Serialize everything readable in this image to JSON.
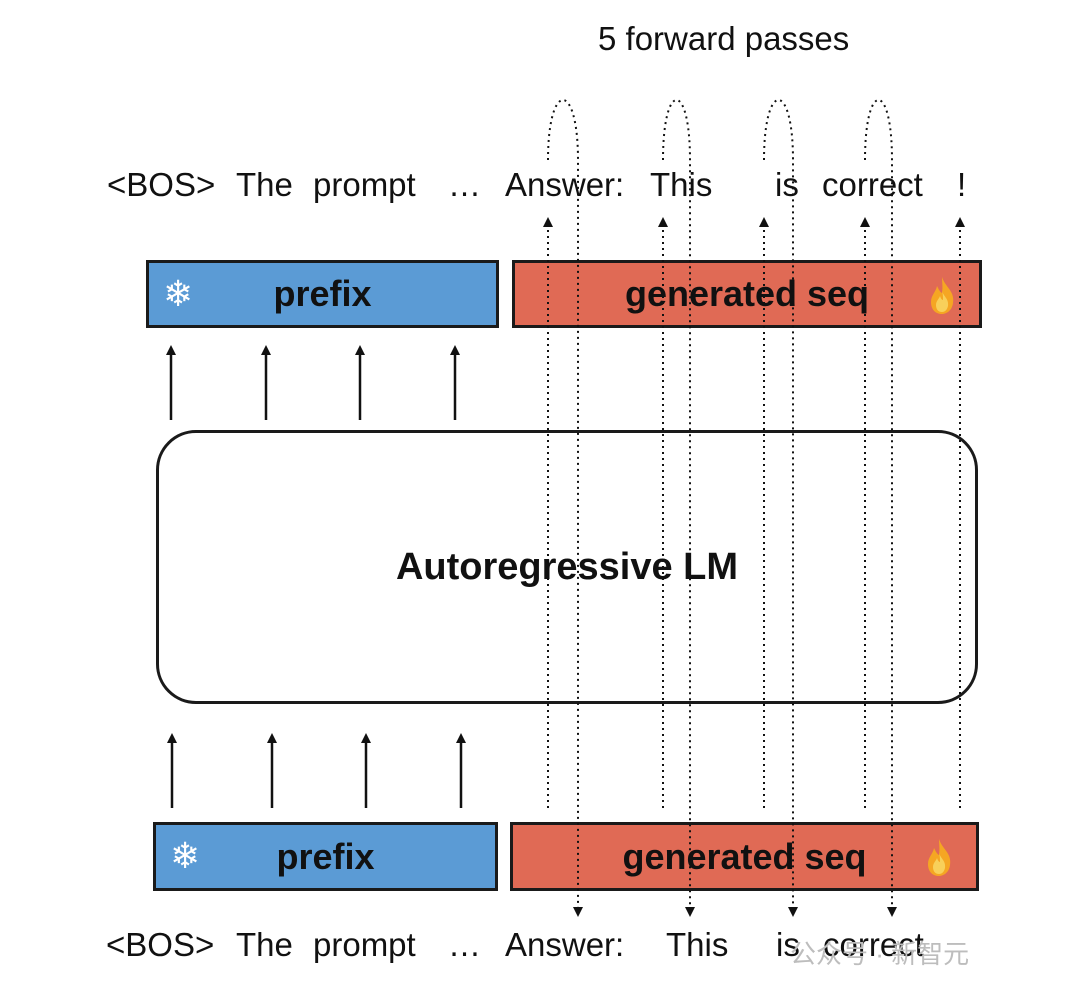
{
  "title": "5 forward passes",
  "top_tokens": [
    "<BOS>",
    "The",
    "prompt",
    "…",
    "Answer:",
    "This",
    "is",
    "correct",
    "!"
  ],
  "bottom_tokens": [
    "<BOS>",
    "The",
    "prompt",
    "…",
    "Answer:",
    "This",
    "is",
    "correct"
  ],
  "prefix_label": "prefix",
  "generated_label": "generated seq",
  "model_label": "Autoregressive LM",
  "watermark": "公众号 · 新智元",
  "colors": {
    "prefix": "#5b9bd5",
    "generated": "#e06a55",
    "outline": "#1a1a1a"
  },
  "icons": {
    "prefix": "snowflake-icon",
    "generated": "fire-icon"
  }
}
